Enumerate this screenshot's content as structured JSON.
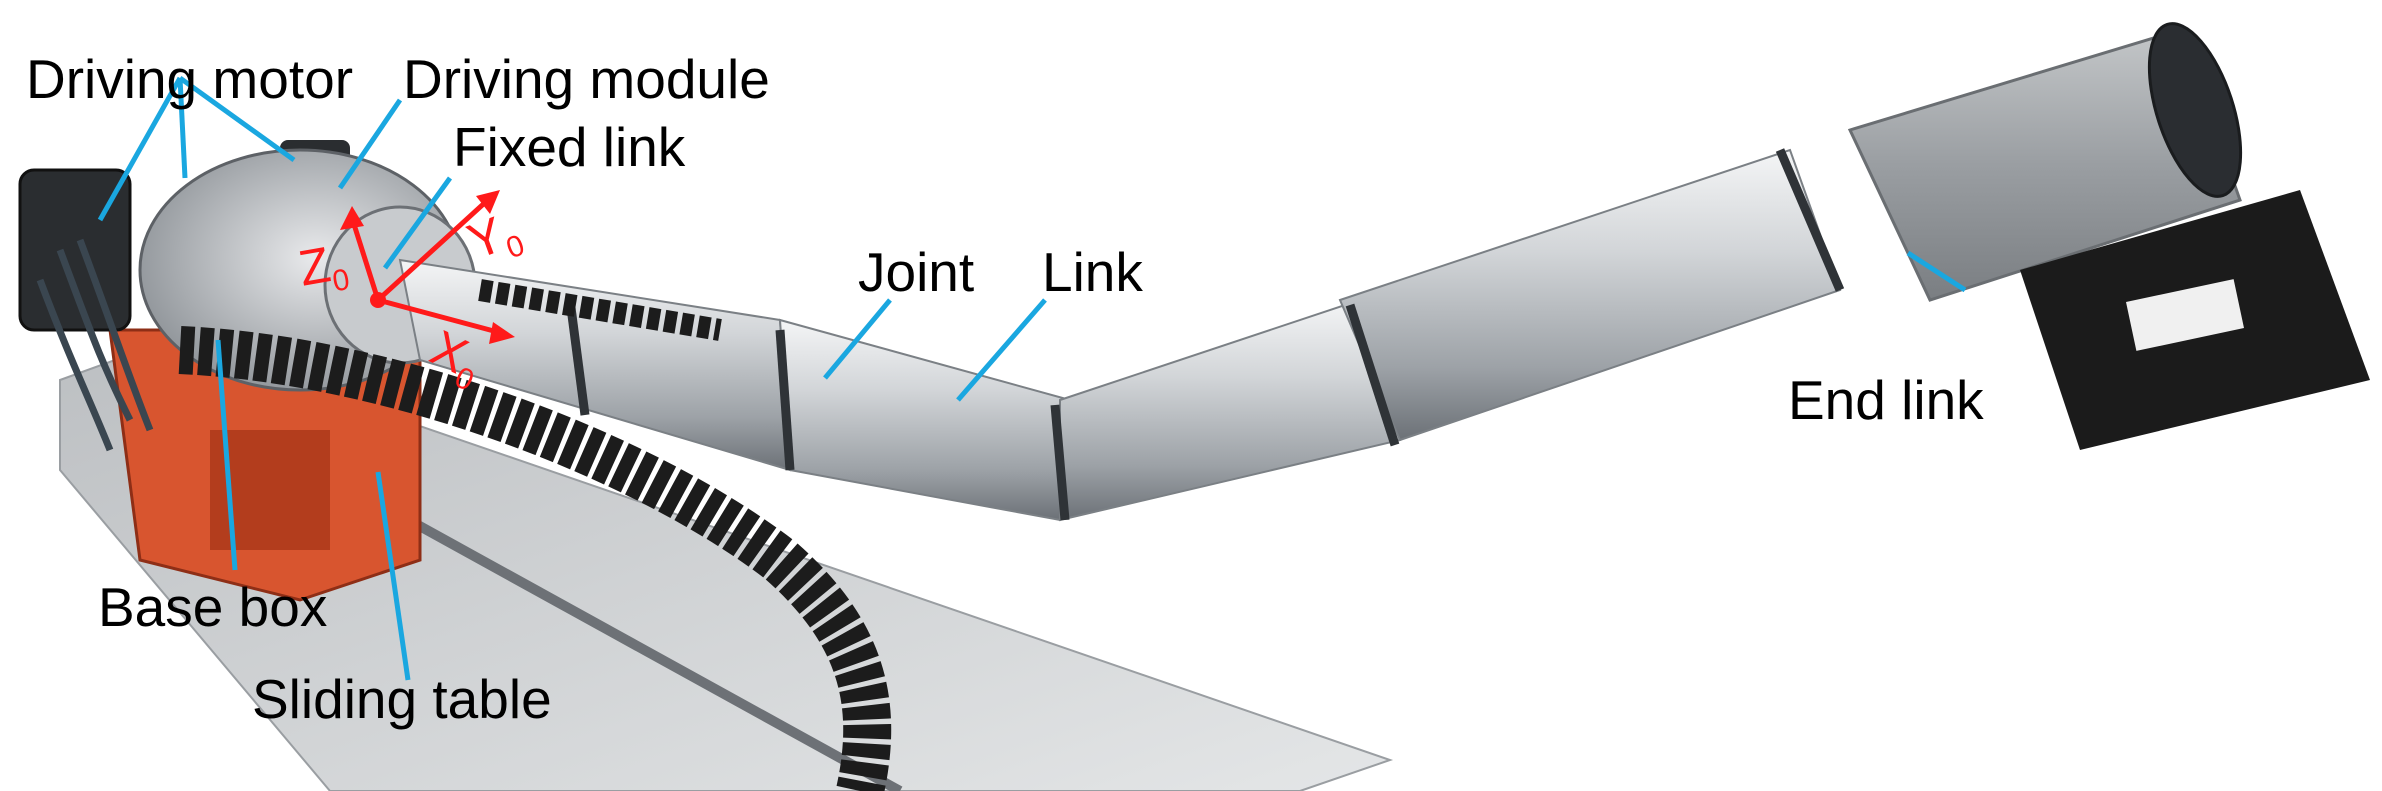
{
  "labels": {
    "driving_motor": "Driving motor",
    "driving_module": "Driving module",
    "fixed_link": "Fixed link",
    "joint": "Joint",
    "link": "Link",
    "end_link": "End link",
    "base_box": "Base box",
    "sliding_table": "Sliding table"
  },
  "axes": {
    "z": "Z",
    "y": "Y",
    "x": "X",
    "subscript": "0"
  },
  "colors": {
    "leader_line": "#1aa7e0",
    "axis": "#ff1a1a",
    "metal": "#c9ccd0",
    "cable_carrier": "#1c1c1c",
    "base_red": "#d8552f"
  }
}
